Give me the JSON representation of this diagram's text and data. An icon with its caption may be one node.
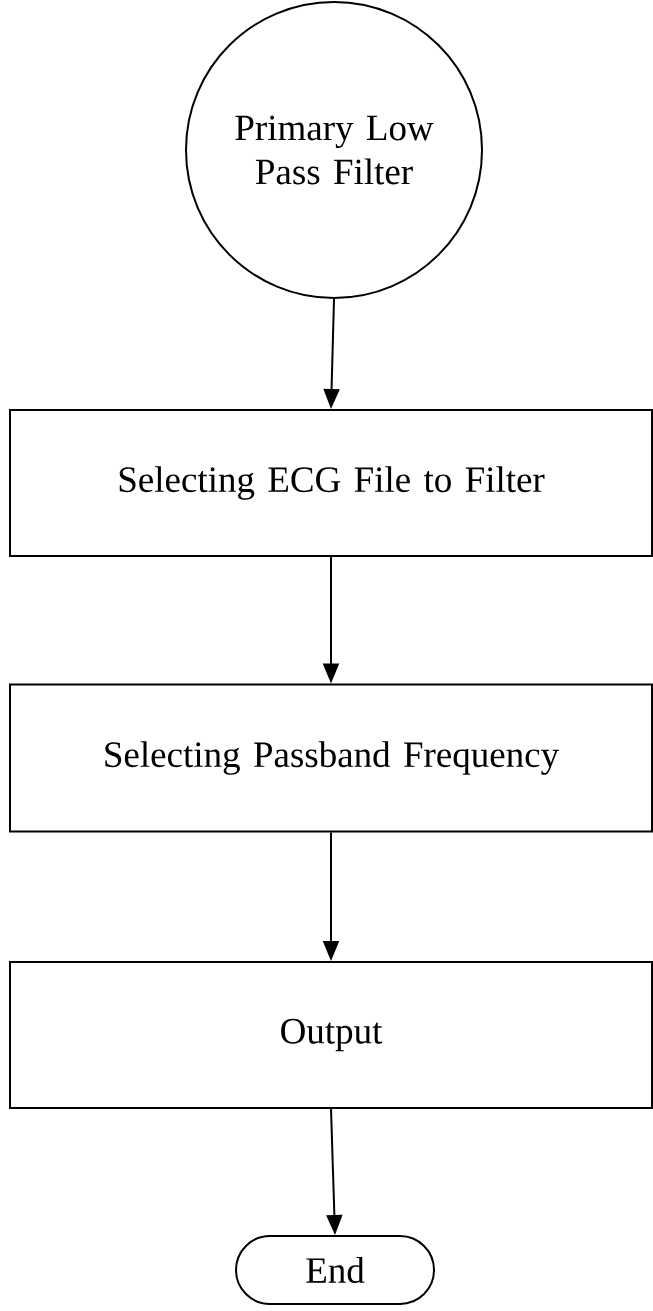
{
  "diagram": {
    "nodes": [
      {
        "text": [
          "Primary Low Pass Filter"
        ]
      },
      {
        "text": [
          "Selecting ECG File to Filter"
        ]
      },
      {
        "text": [
          "Selecting Passband Frequency"
        ]
      },
      {
        "text": [
          "Output"
        ]
      },
      {
        "text": [
          "End"
        ]
      }
    ],
    "edges": [
      {
        "from": 0,
        "to": 1,
        "arrow": "to"
      },
      {
        "from": 1,
        "to": 2,
        "arrow": "to"
      },
      {
        "from": 2,
        "to": 3,
        "arrow": "to"
      },
      {
        "from": 3,
        "to": 4,
        "arrow": "to"
      }
    ]
  }
}
